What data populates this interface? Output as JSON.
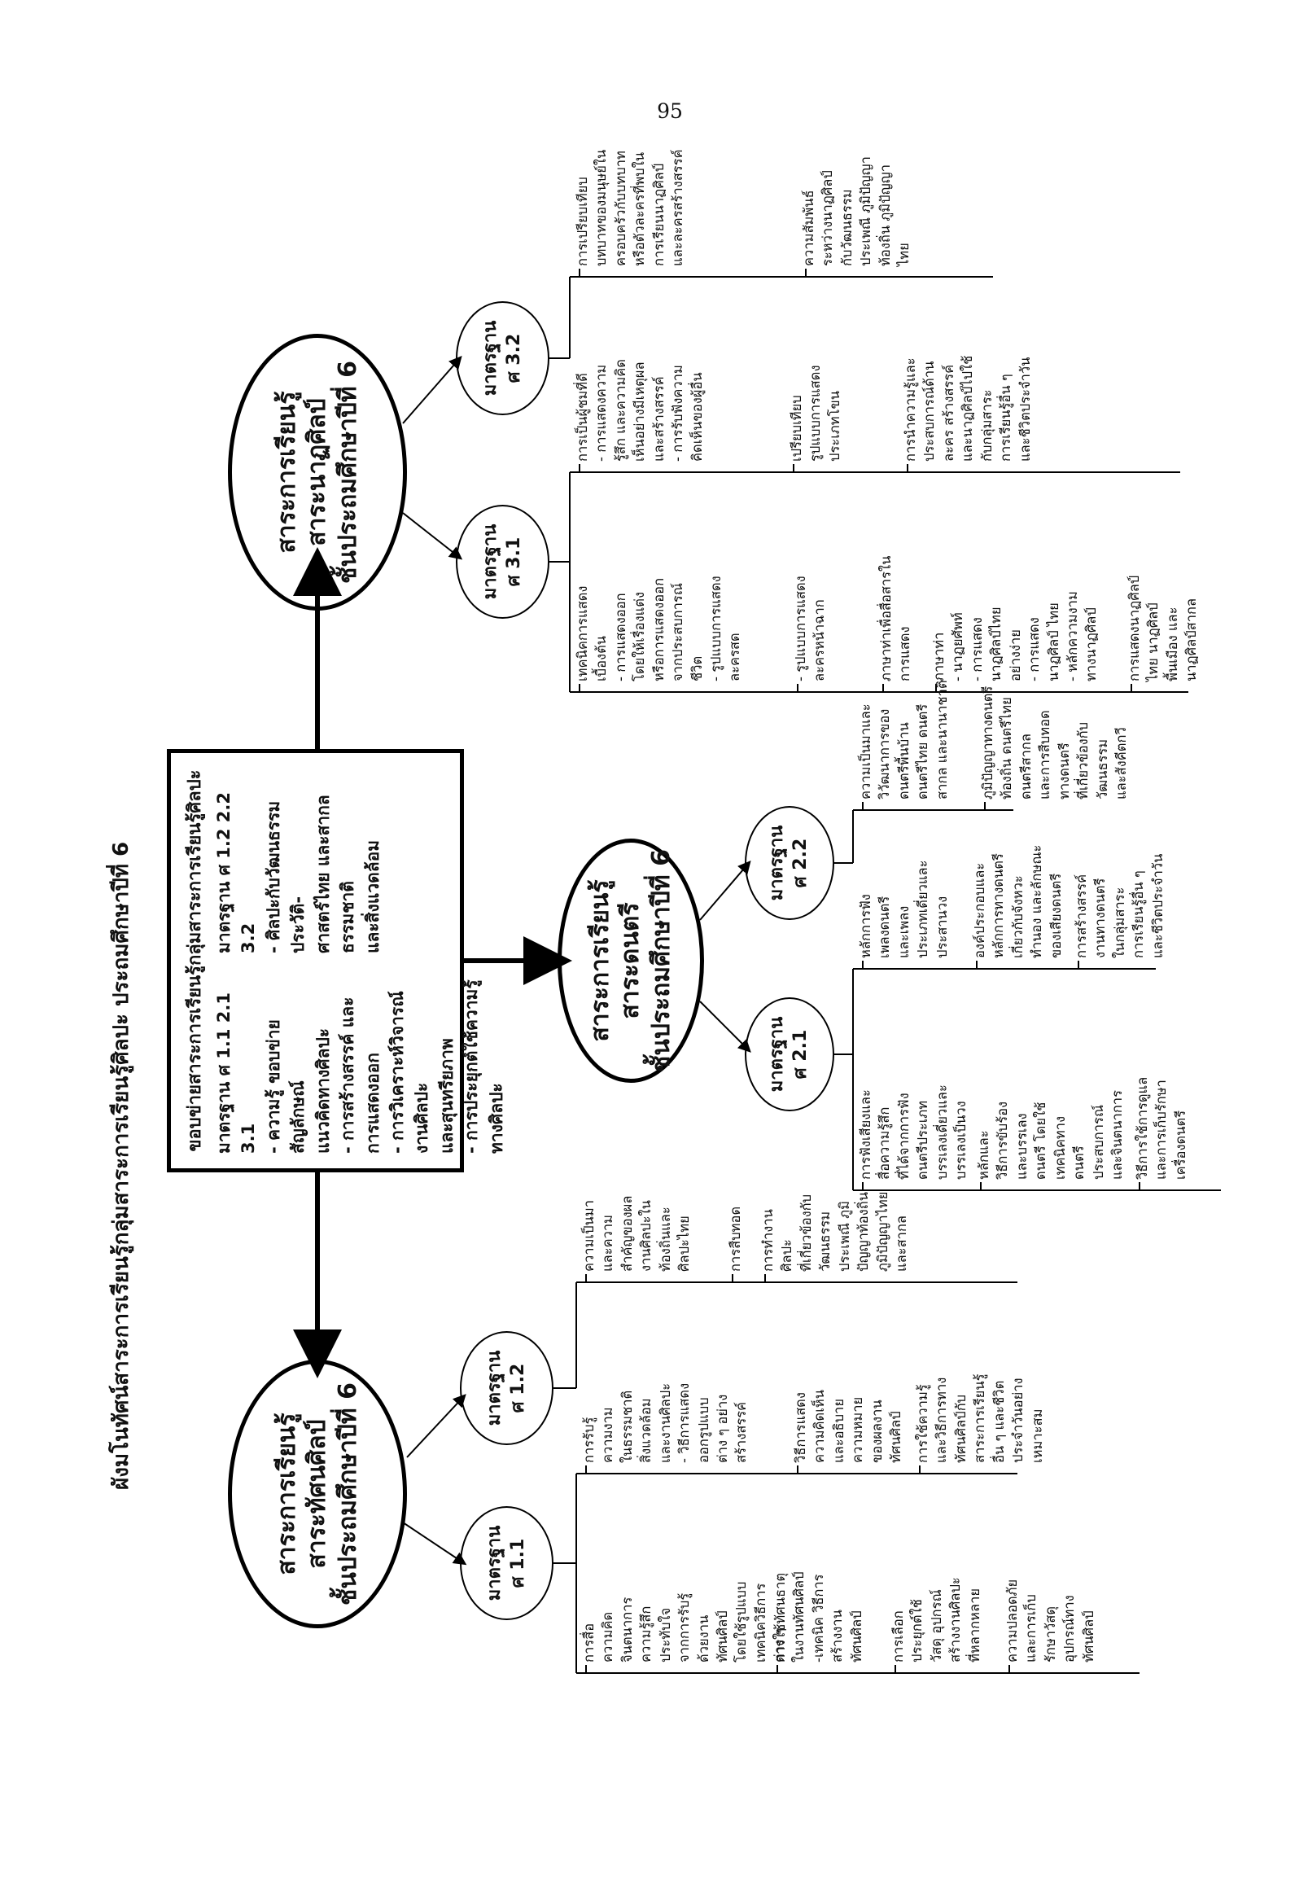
{
  "page_number": "95",
  "title": "ผังมโนทัศน์สาระการเรียนรู้กลุ่มสาระการเรียนรู้ศิลปะ   ประถมศึกษาปีที่ 6",
  "central": {
    "title": "ขอบข่ายสาระการเรียนรู้กลุ่มสาระการเรียนรู้ศิลปะ",
    "left_lines": [
      "มาตรฐาน ศ 1.1 2.1 3.1",
      "- ความรู้  ขอบข่าย  สัญลักษณ์\nแนวคิดทางศิลปะ",
      "- การสร้างสรรค์  และ\nการแสดงออก",
      "- การวิเคราะห์วิจารณ์งานศิลปะ\nและสุนทรียภาพ",
      "- การประยุกต์ใช้ความรู้ทางศิลปะ"
    ],
    "right_lines": [
      "มาตรฐาน ศ 1.2 2.2 3.2",
      "- ศิลปะกับวัฒนธรรมประวัติ-\nศาสตร์ไทย  และสากล  ธรรมชาติ\nและสิ่งแวดล้อม"
    ]
  },
  "strands": {
    "visual": "สาระการเรียนรู้\nสาระทัศนศิลป์\nชั้นประถมศึกษาปีที่ 6",
    "music": "สาระการเรียนรู้\nสาระดนตรี\nชั้นประถมศึกษาปีที่ 6",
    "dance": "สาระการเรียนรู้\nสาระนาฏศิลป์\nชั้นประถมศึกษาปีที่ 6"
  },
  "standards": {
    "s1_1": "มาตรฐาน\nศ 1.1",
    "s1_2": "มาตรฐาน\nศ 1.2",
    "s2_1": "มาตรฐาน\nศ 2.1",
    "s2_2": "มาตรฐาน\nศ 2.2",
    "s3_1": "มาตรฐาน\nศ 3.1",
    "s3_2": "มาตรฐาน\nศ 3.2"
  },
  "items": {
    "s1_1_a": [
      "การสื่อ\nความคิด\nจินตนาการ\nความรู้สึก\nประทับใจ\nจากการรับรู้\nด้วยงาน\nทัศนศิลป์\nโดยใช้รูปแบบ\nเทคนิควิธีการ\nต่าง ๆ",
      "การใช้ทัศนธาตุ\nในงานทัศนศิลป์\n-เทคนิค  วิธีการ\nสร้างงาน\nทัศนศิลป์",
      "การเลือก\nประยุกต์ใช้\nวัสดุ อุปกรณ์\nสร้างงานศิลปะ\nที่หลากหลาย",
      "ความปลอดภัย\nและการเก็บ\nรักษาวัสดุ\nอุปกรณ์ทาง\nทัศนศิลป์"
    ],
    "s1_1_b": [
      "การรับรู้\nความงาม\nในธรรมชาติ\nสิ่งแวดล้อม\nและงานศิลปะ\n- วิธีการแสดง\nออกรูปแบบ\nต่าง ๆ อย่าง\nสร้างสรรค์",
      "วิธีการแสดง\nความคิดเห็น\nและอธิบาย\nความหมาย\nของผลงาน\nทัศนศิลป์",
      "การใช้ความรู้\nและวิธีการทาง\nทัศนศิลป์กับ\nสาระการเรียนรู้\nอื่น ๆ และชีวิต\nประจำวันอย่าง\nเหมาะสม"
    ],
    "s1_2": [
      "ความเป็นมา\nและความ\nสำคัญของผล\nงานศิลปะใน\nท้องถิ่นและ\nศิลปะไทย",
      "การสืบทอด",
      "การทำงาน\nศิลปะ\nที่เกี่ยวข้องกับ\nวัฒนธรรม\nประเพณี  ภูมิ\nปัญญาท้องถิ่น\nภูมิปัญญาไทย\nและสากล"
    ],
    "s2_1_a": [
      "การฟังเสียงและ\nสื่อความรู้สึก\nที่ได้จากการฟัง\nดนตรีประเภท\nบรรเลงเดี่ยวและ\nบรรเลงเป็นวง",
      "หลักและ\nวิธีการขับร้อง\nและบรรเลง\nดนตรี  โดยใช้\nเทคนิคทาง\nดนตรี\nประสบการณ์\nและจินตนาการ",
      "วิธีการใช้การดูแล\nและการเก็บรักษา\nเครื่องดนตรี"
    ],
    "s2_1_b": [
      "หลักการฟัง\nเพลงดนตรี\nและเพลง\nประเภทเดี่ยวและ\nประสานวง",
      "องค์ประกอบและ\nหลักการทางดนตรี\nเกี่ยวกับจังหวะ\nทำนอง  และลักษณะ\nของเสียงดนตรี",
      "การสร้างสรรค์\nงานทางดนตรี\nในกลุ่มสาระ\nการเรียนรู้อื่น ๆ\nและชีวิตประจำวัน"
    ],
    "s2_2": [
      "ความเป็นมาและ\nวิวัฒนาการของ\nดนตรีพื้นบ้าน\nดนตรีไทย  ดนตรี\nสากล และนานาชาติ",
      "ภูมิปัญญาทางดนตรี\nท้องถิ่น  ดนตรีไทย\nดนตรีสากล\nและการสืบทอด\nทางดนตรี\nที่เกี่ยวข้องกับ\nวัฒนธรรม\nและสังคีตกวี"
    ],
    "s3_1_a": [
      "เทคนิคการแสดง\nเบื้องต้น\n- การแสดงออก\nโดยให้เรื่องแต่ง\nหรือการแสดงออก\nจากประสบการณ์\nชีวิต\n- รูปแบบการแสดง\nละครสด",
      "- รูปแบบการแสดง\nละครหน้าฉาก",
      "ภาษาท่าเพื่อสื่อสารใน\nการแสดง",
      "ภาษาท่า\n- นาฏยศัพท์\n- การแสดง\nนาฏศิลป์ไทย\nอย่างง่าย\n- การแสดง\nนาฏศิลป์  ไทย\n- หลักความงาม\nทางนาฏศิลป์",
      "การแสดงนาฏศิลป์\nไทย  นาฏศิลป์\nพื้นเมือง  และ\nนาฏศิลป์สากล"
    ],
    "s3_1_b": [
      "การเป็นผู้ชมที่ดี\n- การแสดงความ\nรู้สึก และความคิด\nเห็นอย่างมีเหตุผล\nและสร้างสรรค์\n- การรับฟังความ\nคิดเห็นของผู้อื่น",
      "เปรียบเทียบ\nรูปแบบการแสดง\nประเภทโขน",
      "การนำความรู้และ\nประสบการณ์ด้าน\nละคร  สร้างสรรค์\nและนาฏศิลป์ไปใช้\nกับกลุ่มสาระ\nการเรียนรู้อื่น ๆ\nและชีวิตประจำวัน"
    ],
    "s3_2": [
      "การเปรียบเทียบ\nบทบาทของมนุษย์ใน\nครอบครัวกับบทบาท\nหรือตัวละครที่พบใน\nการเรียนนาฏศิลป์\nและละครสร้างสรรค์",
      "ความสัมพันธ์\nระหว่างนาฏศิลป์\nกับวัฒนธรรม\nประเพณี  ภูมิปัญญา\nท้องถิ่น  ภูมิปัญญา\nไทย"
    ]
  }
}
